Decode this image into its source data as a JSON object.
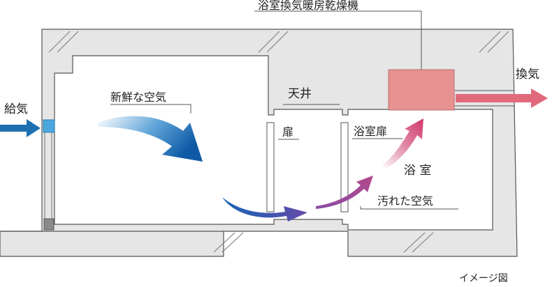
{
  "labels": {
    "unit": "浴室換気暖房乾燥機",
    "exhaust": "換気",
    "supply": "給気",
    "fresh_air": "新鮮な空気",
    "ceiling": "天井",
    "door": "扉",
    "bath_door": "浴室扉",
    "bathroom": "浴 室",
    "dirty_air": "汚れた空気",
    "note": "イメージ図"
  },
  "colors": {
    "wall": "#e6e6e6",
    "wall_line": "#555555",
    "unit_fill": "#e89191",
    "exhaust_arrow": "#e06a7c",
    "supply_arrow": "#1e6fb0",
    "fresh_air_arrow": "#0e5aa6",
    "dirty_air_arrow": "#c03a68",
    "vent": "#4aa8df"
  }
}
